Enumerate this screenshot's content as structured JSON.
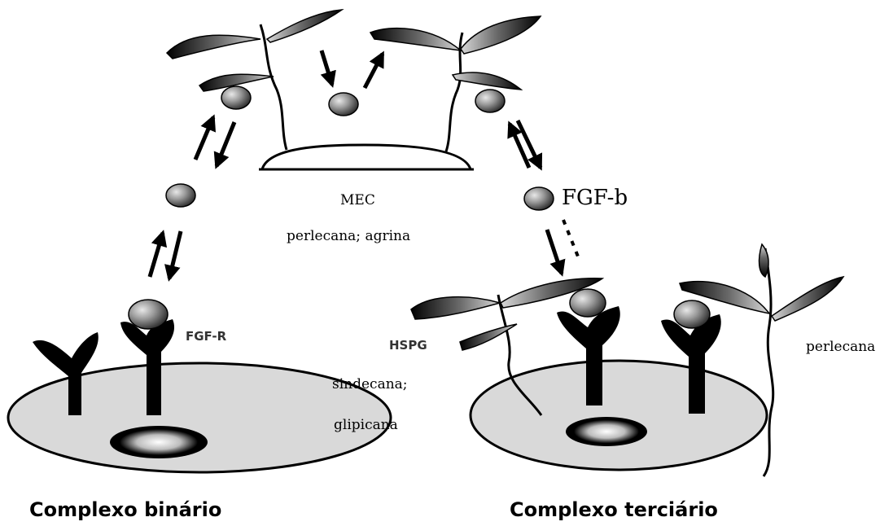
{
  "labels": {
    "mec": "MEC",
    "mec_components": "perlecana; agrina",
    "fgf_b": "FGF-b",
    "fgf_r": "FGF-R",
    "hspg": "HSPG",
    "sindecana": "sindecana;",
    "glipicana": "glipicana",
    "perlecana": "perlecana"
  },
  "captions": {
    "binary": "Complexo binário",
    "tertiary": "Complexo terciário"
  },
  "colors": {
    "ink": "#000000",
    "cell_fill": "#d9d9d9",
    "growth_factor_fill": "#8a8a8a"
  }
}
